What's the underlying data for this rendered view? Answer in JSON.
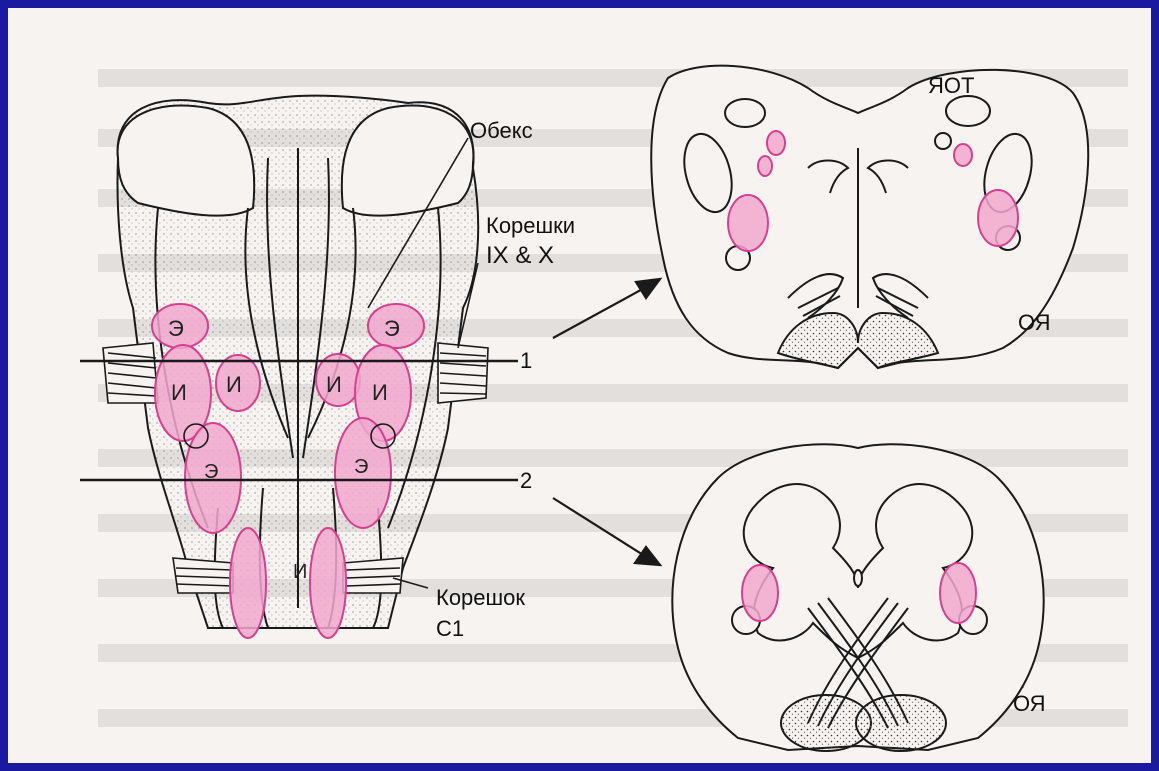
{
  "labels": {
    "obex": "Обекс",
    "roots_ix_x_line1": "Корешки",
    "roots_ix_x_line2": "IX & X",
    "root_c1_line1": "Корешок",
    "root_c1_line2": "C1",
    "section_1": "1",
    "section_2": "2",
    "yot": "ЯОТ",
    "oya_top": "ОЯ",
    "oya_bottom": "ОЯ"
  },
  "nuclei": {
    "e": "Э",
    "i": "И"
  },
  "colors": {
    "border": "#1a1aa0",
    "paper": "#f7f3f1",
    "ink": "#1a1a1a",
    "nucleus_fill": "#f2a8cf",
    "nucleus_stroke": "#d6408e"
  }
}
